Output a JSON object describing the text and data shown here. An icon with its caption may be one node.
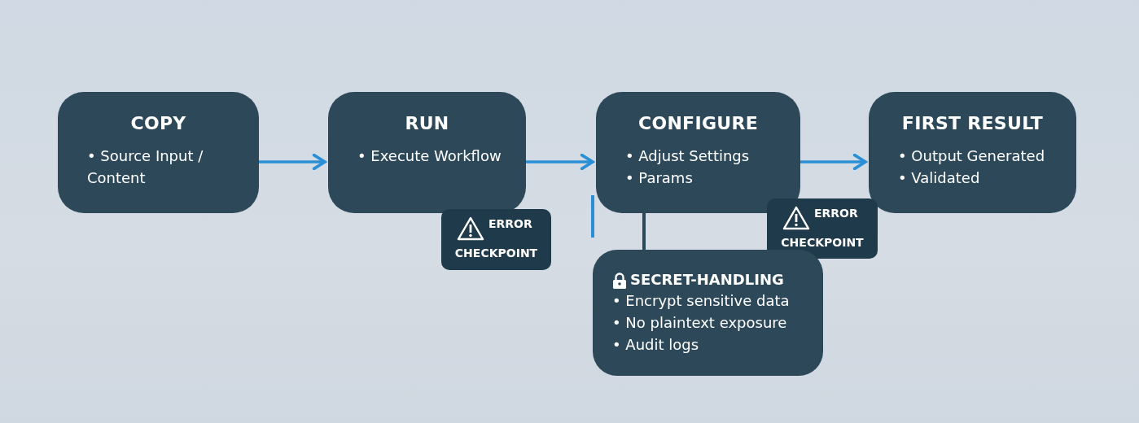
{
  "diagram": {
    "nodes": [
      {
        "text": [
          "COPY",
          "• Source Input / Content"
        ]
      },
      {
        "text": [
          "RUN",
          "• Execute Workflow"
        ]
      },
      {
        "text": [
          "CONFIGURE",
          "• Adjust Settings",
          "• Params"
        ]
      },
      {
        "text": [
          "FIRST RESULT",
          "• Output Generated",
          "• Validated"
        ]
      },
      {
        "text": [
          "ERROR",
          "CHECKPOINT"
        ]
      },
      {
        "text": [
          "ERROR",
          "CHECKPOINT"
        ]
      },
      {
        "text": [
          "SECRET-HANDLING",
          "• Encrypt sensitive data",
          "• No plaintext exposure",
          "• Audit logs"
        ]
      }
    ],
    "edges": [
      {
        "from": 0,
        "to": 1,
        "arrow": "to"
      },
      {
        "from": 1,
        "to": 2,
        "arrow": "to"
      },
      {
        "from": 2,
        "to": 3,
        "arrow": "to"
      },
      {
        "from": 2,
        "to": 6,
        "arrow": "none",
        "color": "#2d4858"
      }
    ]
  }
}
